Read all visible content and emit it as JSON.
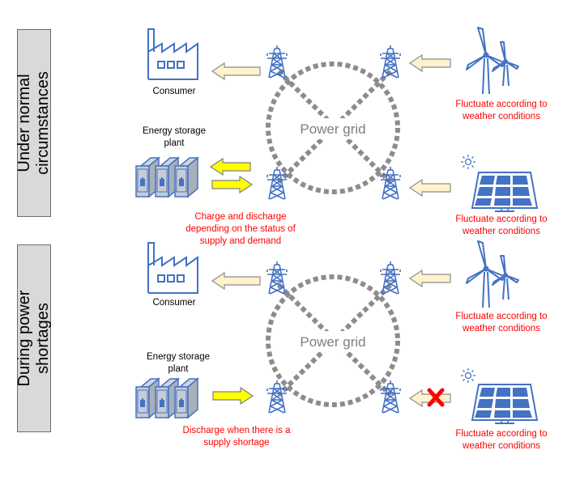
{
  "sections": [
    {
      "side_label_lines": [
        "Under normal",
        "circumstances"
      ],
      "grid_label": "Power grid",
      "consumer_label": "Consumer",
      "storage_label_lines": [
        "Energy storage",
        "plant"
      ],
      "storage_note_lines": [
        "Charge and discharge",
        "depending on the status of",
        "supply and demand"
      ],
      "wind_note_lines": [
        "Fluctuate according to",
        "weather conditions"
      ],
      "solar_note_lines": [
        "Fluctuate according to",
        "weather conditions"
      ]
    },
    {
      "side_label_lines": [
        "During power",
        "shortages"
      ],
      "grid_label": "Power grid",
      "consumer_label": "Consumer",
      "storage_label_lines": [
        "Energy storage",
        "plant"
      ],
      "storage_note_lines": [
        "Discharge when there is a",
        "supply shortage"
      ],
      "wind_note_lines": [
        "Fluctuate according to",
        "weather conditions"
      ],
      "solar_note_lines": [
        "Fluctuate according to",
        "weather conditions"
      ]
    }
  ],
  "colors": {
    "icon_blue": "#4472c4",
    "grid_gray": "#8c8c8c",
    "arrow_cream": "#fff2cc",
    "arrow_yellow": "#ffff00",
    "note_red": "#ff0000",
    "blocked_x": "#ff0000"
  },
  "icons": [
    "factory-icon",
    "battery-icon",
    "transmission-tower-icon",
    "wind-turbine-icon",
    "solar-panel-icon",
    "sun-icon",
    "blocked-x-icon"
  ]
}
